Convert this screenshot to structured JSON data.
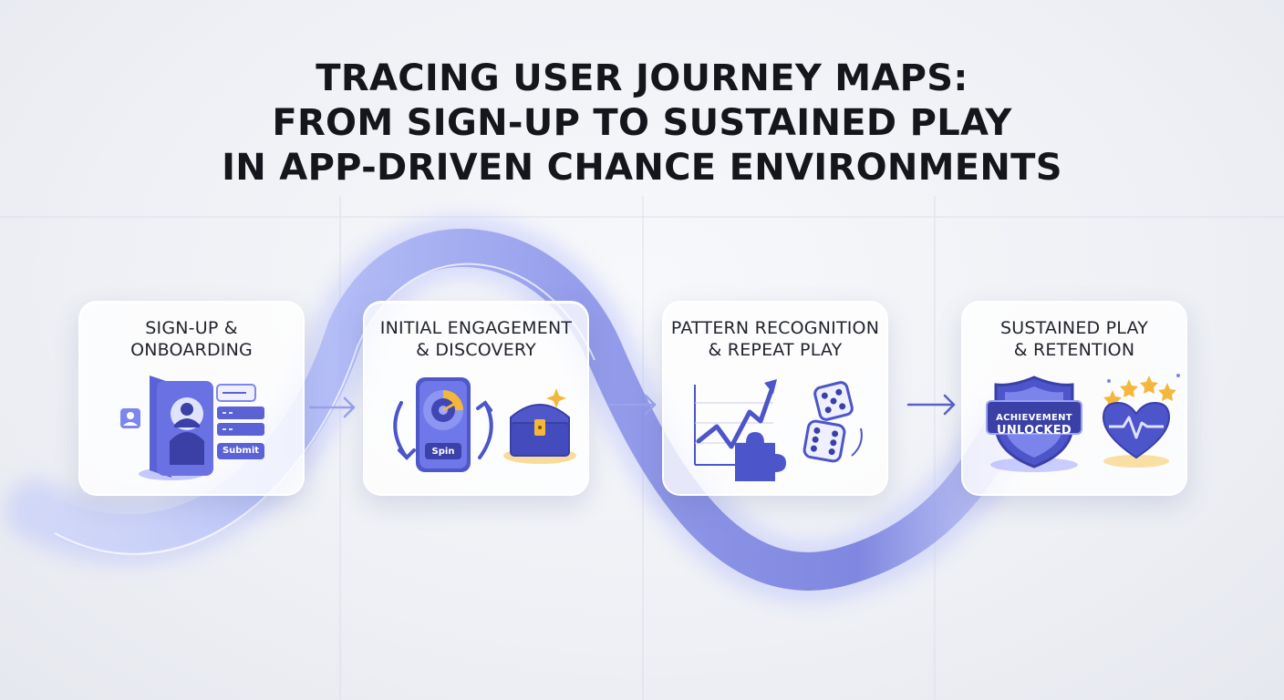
{
  "title": {
    "line1": "TRACING USER JOURNEY MAPS:",
    "line2": "FROM SIGN-UP TO SUSTAINED PLAY",
    "line3": "IN APP-DRIVEN CHANCE ENVIRONMENTS"
  },
  "stages": [
    {
      "line1": "SIGN-UP &",
      "line2": "ONBOARDING",
      "button": "Submit"
    },
    {
      "line1": "INITIAL ENGAGEMENT",
      "line2": "& DISCOVERY",
      "button": "Spin"
    },
    {
      "line1": "PATTERN RECOGNITION",
      "line2": "& REPEAT PLAY"
    },
    {
      "line1": "SUSTAINED PLAY",
      "line2": "& RETENTION",
      "badge_line1": "ACHIEVEMENT",
      "badge_line2": "UNLOCKED"
    }
  ],
  "colors": {
    "accent": "#4c55c9",
    "ribbon": "#8f98f0",
    "gold": "#f4b73a"
  },
  "icons": [
    "profile-icon",
    "form-icon",
    "spinner-phone-icon",
    "treasure-chest-icon",
    "trend-chart-icon",
    "puzzle-icon",
    "dice-icon",
    "shield-badge-icon",
    "stars-icon",
    "heart-pulse-icon"
  ]
}
